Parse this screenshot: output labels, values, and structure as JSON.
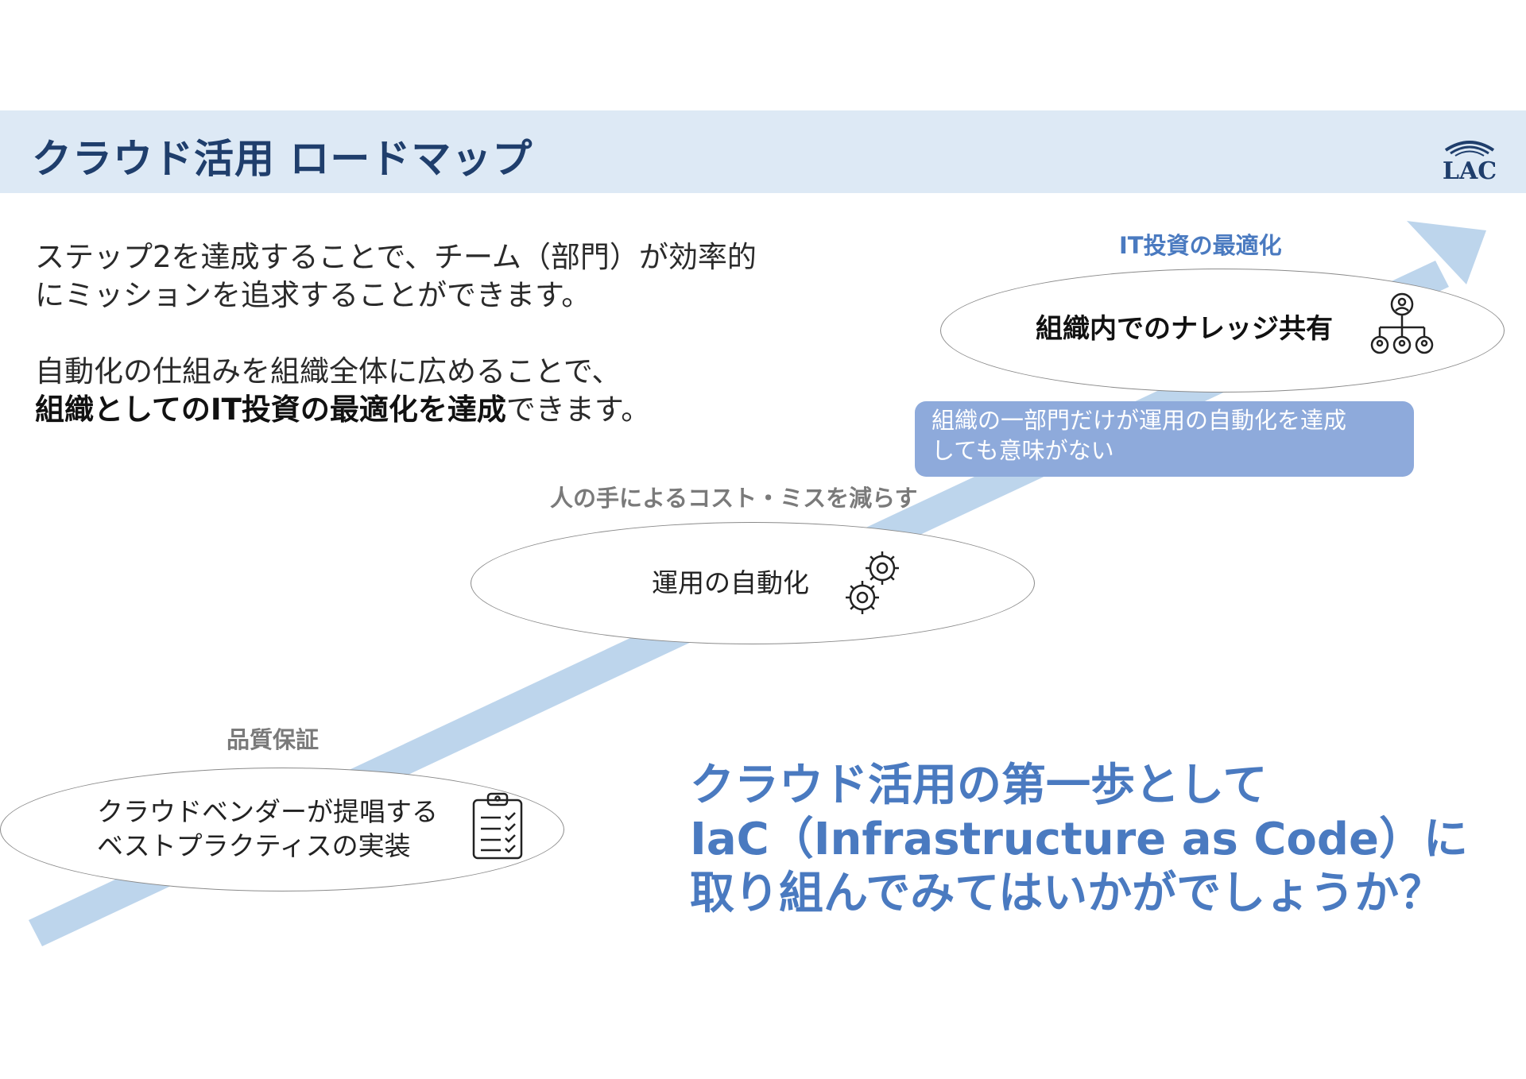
{
  "header": {
    "title": "クラウド活用 ロードマップ",
    "logo_text": "LAC"
  },
  "intro": {
    "line1": "ステップ2を達成することで、チーム（部門）が効率的",
    "line2": "にミッションを追求することができます。",
    "line3": "自動化の仕組みを組織全体に広めることで、",
    "line4_bold": "組織としてのIT投資の最適化を達成",
    "line4_rest": "できます。"
  },
  "steps": [
    {
      "caption": "品質保証",
      "label_line1": "クラウドベンダーが提唱する",
      "label_line2": "ベストプラクティスの実装",
      "icon": "clipboard-checklist-icon"
    },
    {
      "caption": "人の手によるコスト・ミスを減らす",
      "label_line1": "運用の自動化",
      "icon": "gears-icon"
    },
    {
      "caption": "IT投資の最適化",
      "label_line1": "組織内でのナレッジ共有",
      "icon": "org-chart-icon"
    }
  ],
  "note": {
    "line1": "組織の一部門だけが運用の自動化を達成",
    "line2": "しても意味がない"
  },
  "cta": {
    "line1": "クラウド活用の第一歩として",
    "line2": "IaC（Infrastructure as Code）に",
    "line3": "取り組んでみてはいかがでしょうか？"
  },
  "colors": {
    "header_band": "#dde9f5",
    "title": "#1f3e6c",
    "arrow": "#bdd5ec",
    "accent_blue": "#4a7ac0",
    "note_box": "#8eaadb",
    "caption_gray": "#7a7a7a"
  }
}
